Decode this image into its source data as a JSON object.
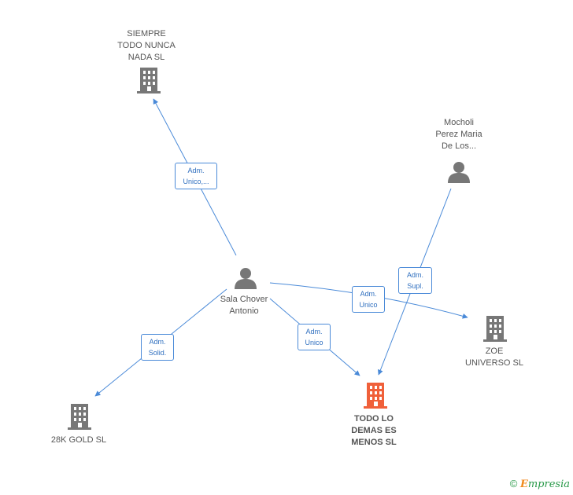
{
  "nodes": {
    "siempre": {
      "label": "SIEMPRE\nTODO NUNCA\nNADA SL",
      "type": "company"
    },
    "mocholi": {
      "label": "Mocholi\nPerez Maria\nDe Los...",
      "type": "person"
    },
    "sala": {
      "label": "Sala Chover\nAntonio",
      "type": "person"
    },
    "zoe": {
      "label": "ZOE\nUNIVERSO  SL",
      "type": "company"
    },
    "gold": {
      "label": "28K GOLD SL",
      "type": "company"
    },
    "todo": {
      "label": "TODO LO\nDEMAS ES\nMENOS SL",
      "type": "company-focus"
    }
  },
  "edges": {
    "sala_siempre": "Adm.\nUnico,...",
    "sala_gold": "Adm.\nSolid.",
    "sala_todo": "Adm.\nUnico",
    "sala_zoe": "Adm.\nUnico",
    "mocholi_todo": "Adm.\nSupl."
  },
  "colors": {
    "edge": "#4a8ad8",
    "node": "#777777",
    "focus": "#f0603a",
    "brand": "#2a9a4a"
  },
  "footer": {
    "copyright": "©",
    "brand_first": "E",
    "brand_rest": "mpresia"
  }
}
